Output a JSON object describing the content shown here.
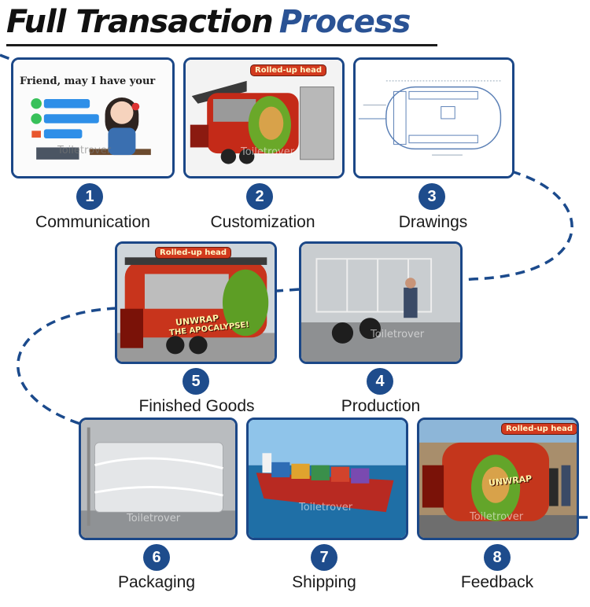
{
  "title": {
    "part1": "Full Transaction",
    "part2": "Process"
  },
  "colors": {
    "title_dark": "#111111",
    "title_blue": "#2a5294",
    "badge_bg": "#1e4c8c",
    "card_border": "#1b4787",
    "flow_line": "#1b4a8c"
  },
  "steps": [
    {
      "number": "1",
      "label": "Communication"
    },
    {
      "number": "2",
      "label": "Customization"
    },
    {
      "number": "3",
      "label": "Drawings"
    },
    {
      "number": "4",
      "label": "Production"
    },
    {
      "number": "5",
      "label": "Finished Goods"
    },
    {
      "number": "6",
      "label": "Packaging"
    },
    {
      "number": "7",
      "label": "Shipping"
    },
    {
      "number": "8",
      "label": "Feedback"
    }
  ],
  "images": {
    "communication_text": "Friend, may I have your",
    "truck_sign": "Rolled-up head",
    "truck_slogan_1": "UNWRAP",
    "truck_slogan_2": "THE APOCALYPSE!",
    "watermark": "Toiletrover"
  }
}
